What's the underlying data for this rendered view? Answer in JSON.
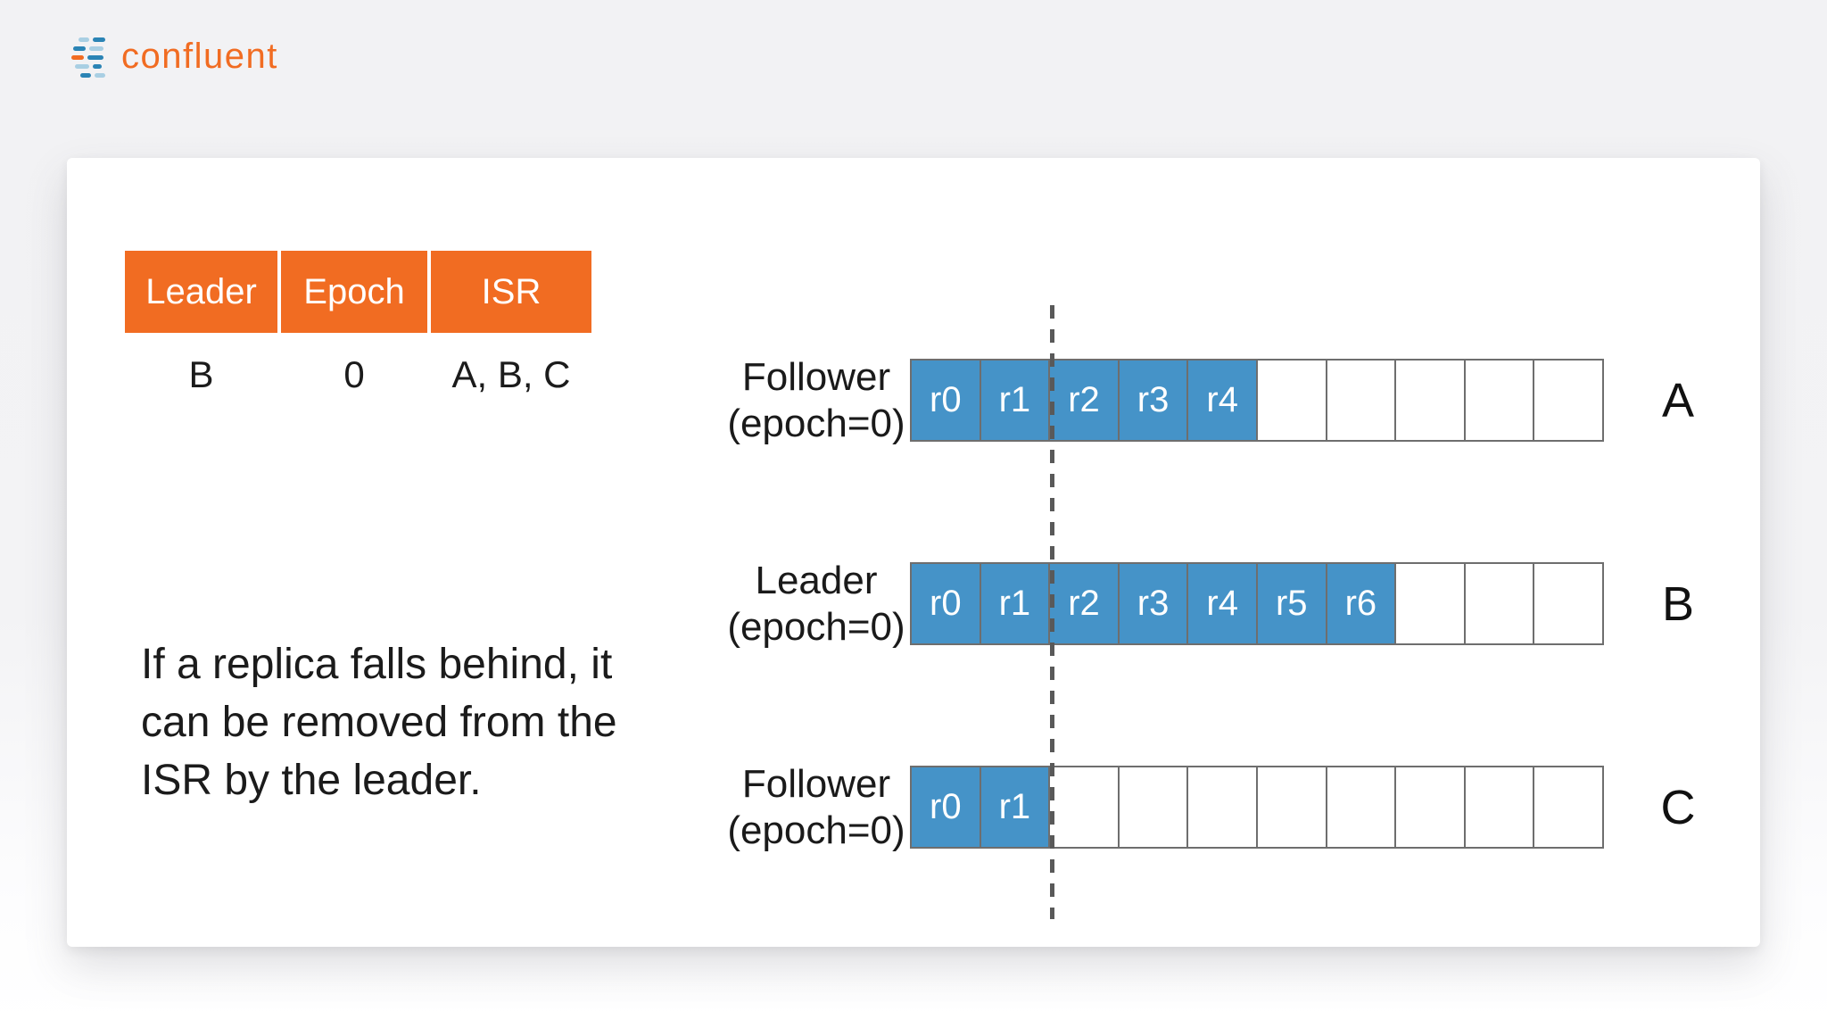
{
  "logo": {
    "text": "confluent"
  },
  "table": {
    "headers": [
      "Leader",
      "Epoch",
      "ISR"
    ],
    "values": [
      "B",
      "0",
      "A, B, C"
    ]
  },
  "caption": {
    "lines": [
      "If a replica falls behind, it",
      "can be removed from the",
      "ISR by the leader."
    ]
  },
  "diagram": {
    "replicas": [
      {
        "role": "Follower",
        "epoch": "(epoch=0)",
        "broker": "A",
        "records": [
          "r0",
          "r1",
          "r2",
          "r3",
          "r4"
        ],
        "slots": 10
      },
      {
        "role": "Leader",
        "epoch": "(epoch=0)",
        "broker": "B",
        "records": [
          "r0",
          "r1",
          "r2",
          "r3",
          "r4",
          "r5",
          "r6"
        ],
        "slots": 10
      },
      {
        "role": "Follower",
        "epoch": "(epoch=0)",
        "broker": "C",
        "records": [
          "r0",
          "r1"
        ],
        "slots": 10
      }
    ],
    "row_tops": [
      402,
      630,
      858
    ],
    "divider_line": "dashed-vertical"
  },
  "colors": {
    "accent_orange": "#F16C22",
    "record_blue": "#4593C8",
    "cell_border": "#6E6E6E",
    "dashed_line": "#595959",
    "logo_blue": "#2B84B5",
    "logo_light_blue": "#A9CFE3"
  }
}
